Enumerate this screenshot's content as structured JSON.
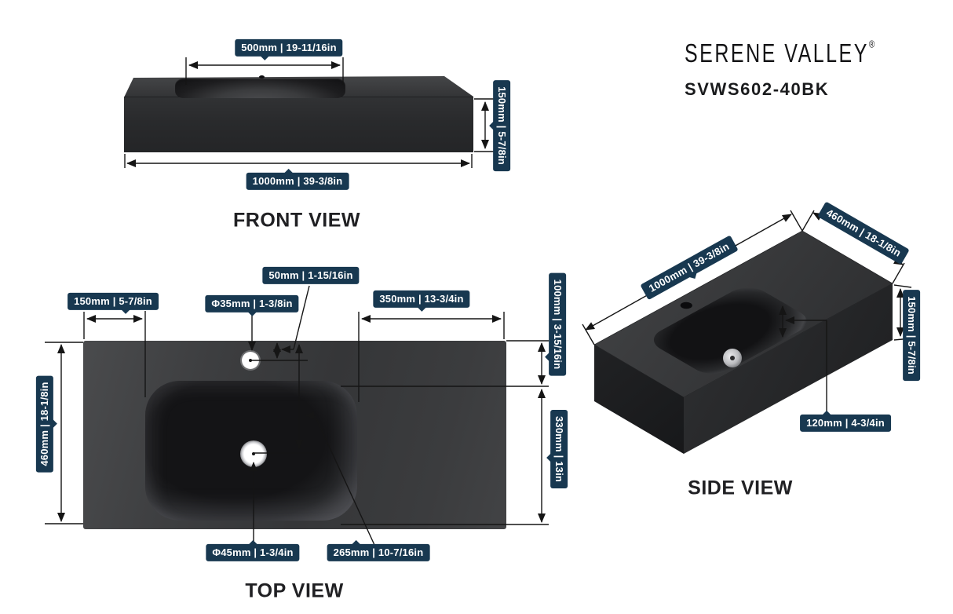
{
  "brand": {
    "name": "SERENE VALLEY",
    "registered_mark": "®",
    "model": "SVWS602-40BK"
  },
  "views": {
    "front": {
      "title": "FRONT VIEW",
      "dimensions": {
        "basin_width": "500mm | 19-11/16in",
        "height": "150mm | 5-7/8in",
        "overall_width": "1000mm | 39-3/8in"
      }
    },
    "top": {
      "title": "TOP VIEW",
      "dimensions": {
        "left_deck_width": "150mm | 5-7/8in",
        "faucet_hole_diameter": "Φ35mm | 1-3/8in",
        "faucet_hole_setback": "50mm | 1-15/16in",
        "right_deck_width": "350mm | 13-3/4in",
        "basin_back_offset": "100mm | 3-15/16in",
        "overall_depth": "460mm | 18-1/8in",
        "basin_front_back_length": "330mm | 13in",
        "drain_hole_diameter": "Φ45mm | 1-3/4in",
        "drain_center_setback": "265mm | 10-7/16in"
      }
    },
    "side": {
      "title": "SIDE VIEW",
      "dimensions": {
        "overall_width": "1000mm | 39-3/8in",
        "overall_depth": "460mm | 18-1/8in",
        "height": "150mm | 5-7/8in",
        "basin_depth": "120mm | 4-3/4in"
      }
    }
  },
  "colors": {
    "label_background": "#183850",
    "label_text": "#ffffff",
    "dimension_line": "#151515",
    "sink_body": "#2b2c2e",
    "background": "#ffffff"
  }
}
